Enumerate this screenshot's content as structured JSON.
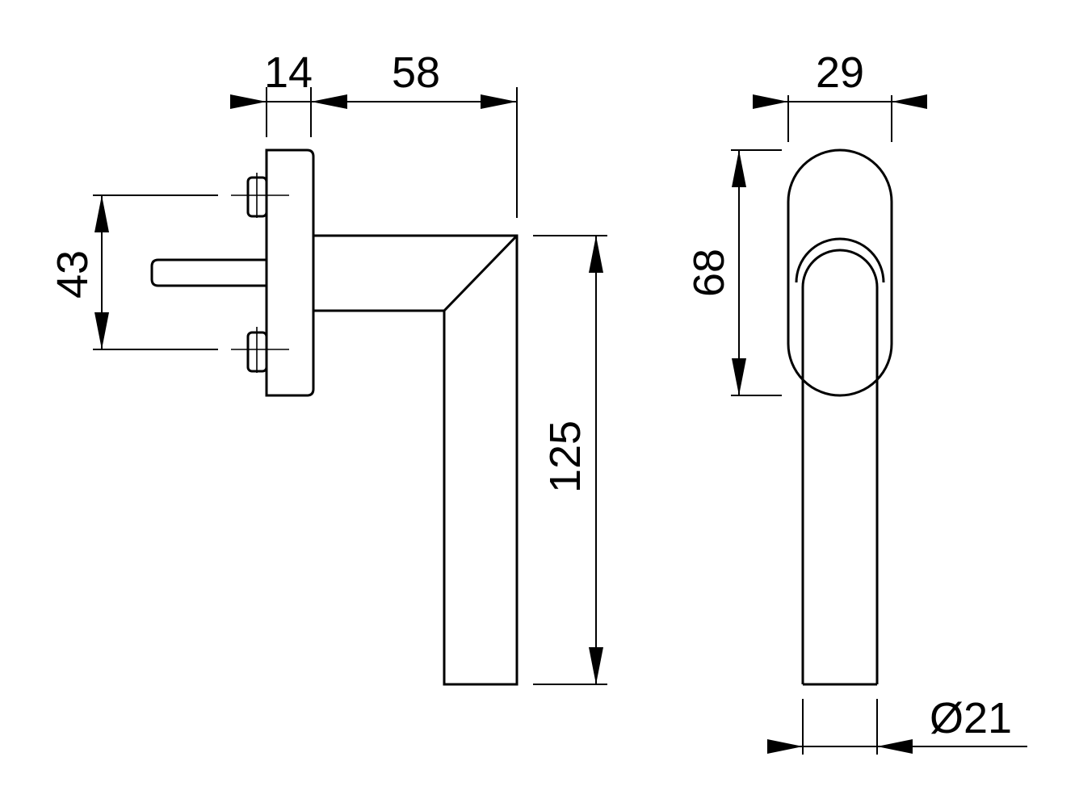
{
  "dimensions": {
    "flange_thickness": "14",
    "handle_projection": "58",
    "screw_spacing": "43",
    "lever_length": "125",
    "rose_width": "29",
    "rose_height": "68",
    "lever_diameter": "Ø21"
  },
  "colors": {
    "line": "#000000",
    "background": "#ffffff"
  }
}
